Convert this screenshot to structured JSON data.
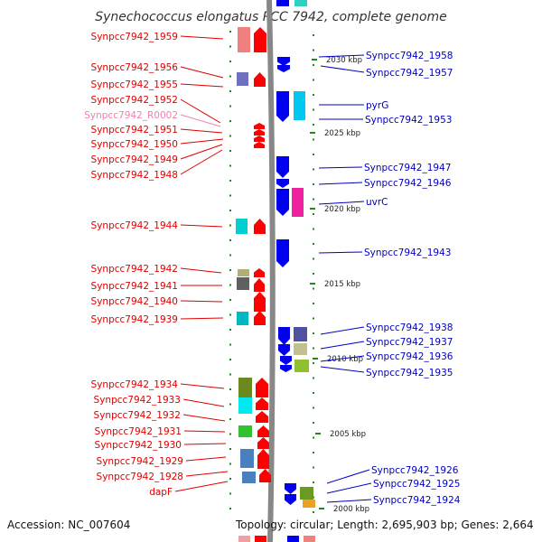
{
  "title": "Synechococcus elongatus PCC 7942, complete genome",
  "accession": "Accession: NC_007604",
  "summary": "Topology: circular; Length: 2,695,903 bp; Genes: 2,664",
  "colors": {
    "left_label": "#e00000",
    "right_label": "#0000c0",
    "rna_label": "#f080b0",
    "backbone": "#888888"
  },
  "scale_labels": [
    "2030 kbp",
    "2025 kbp",
    "2020 kbp",
    "2015 kbp",
    "2010 kbp",
    "2005 kbp",
    "2000 kbp"
  ],
  "left_labels": [
    "Synpcc7942_1959",
    "Synpcc7942_1956",
    "Synpcc7942_1955",
    "Synpcc7942_1952",
    "Synpcc7942_R0002",
    "Synpcc7942_1951",
    "Synpcc7942_1950",
    "Synpcc7942_1949",
    "Synpcc7942_1948",
    "Synpcc7942_1944",
    "Synpcc7942_1942",
    "Synpcc7942_1941",
    "Synpcc7942_1940",
    "Synpcc7942_1939",
    "Synpcc7942_1934",
    "Synpcc7942_1933",
    "Synpcc7942_1932",
    "Synpcc7942_1931",
    "Synpcc7942_1930",
    "Synpcc7942_1929",
    "Synpcc7942_1928",
    "dapF"
  ],
  "right_labels": [
    "Synpcc7942_1958",
    "Synpcc7942_1957",
    "pyrG",
    "Synpcc7942_1953",
    "Synpcc7942_1947",
    "Synpcc7942_1946",
    "uvrC",
    "Synpcc7942_1943",
    "Synpcc7942_1938",
    "Synpcc7942_1937",
    "Synpcc7942_1936",
    "Synpcc7942_1935",
    "Synpcc7942_1926",
    "Synpcc7942_1925",
    "Synpcc7942_1924"
  ]
}
